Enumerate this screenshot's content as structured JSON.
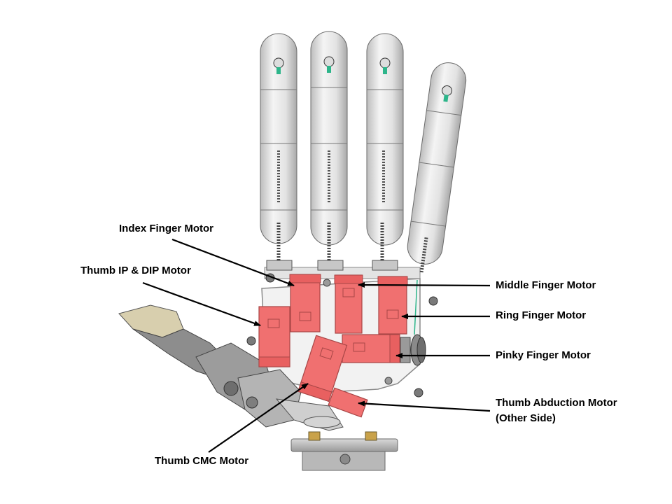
{
  "labels": {
    "index": "Index Finger Motor",
    "thumb_ip_dip": "Thumb IP & DIP Motor",
    "middle": "Middle Finger Motor",
    "ring": "Ring Finger Motor",
    "pinky": "Pinky Finger Motor",
    "thumb_abduction_line1": "Thumb Abduction Motor",
    "thumb_abduction_line2": "(Other Side)",
    "thumb_cmc": "Thumb CMC Motor"
  },
  "colors": {
    "motor": "#f07070",
    "motor_dark": "#b84848",
    "frame": "#efefef",
    "metal": "#c8c8c8",
    "dark_part": "#6e6e6e",
    "arrow": "#000000"
  }
}
